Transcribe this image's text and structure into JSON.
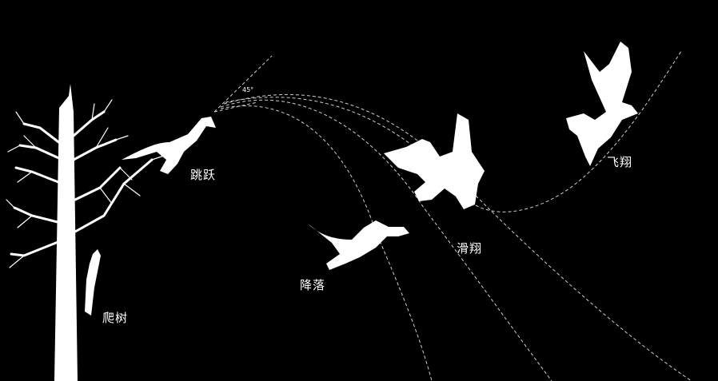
{
  "colors": {
    "background": "#000000",
    "foreground": "#ffffff"
  },
  "labels": {
    "climb": "爬树",
    "leap": "跳跃",
    "fall": "降落",
    "glide": "滑翔",
    "flight": "飞翔",
    "angle": "45°"
  },
  "icons": [
    "tree-icon",
    "climbing-dinosaur-icon",
    "leaping-dinosaur-icon",
    "falling-dinosaur-icon",
    "gliding-dinosaur-icon",
    "flying-bird-icon"
  ]
}
